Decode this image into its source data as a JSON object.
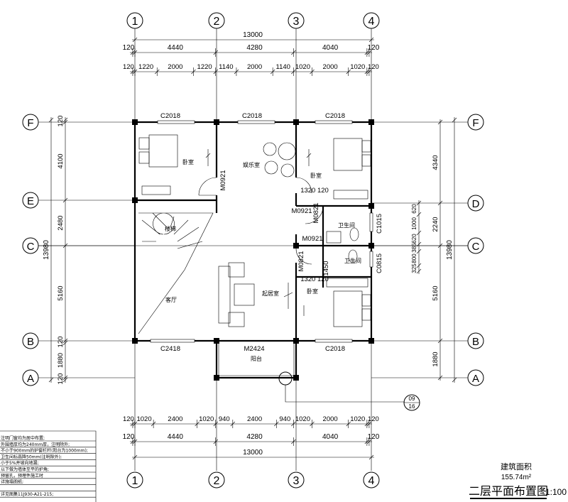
{
  "axes": {
    "columns": [
      "1",
      "2",
      "3",
      "4"
    ],
    "rows_left": [
      "F",
      "E",
      "C",
      "B",
      "A"
    ],
    "rows_right": [
      "F",
      "D",
      "C",
      "B",
      "A"
    ]
  },
  "dimensions": {
    "top_total": "13000",
    "top_axis": [
      "120",
      "4440",
      "4280",
      "4040",
      "120"
    ],
    "top_detail": [
      "120",
      "1220",
      "2000",
      "1220",
      "1140",
      "2000",
      "1140",
      "1020",
      "2000",
      "1020",
      "120"
    ],
    "bottom_detail": [
      "120",
      "1020",
      "2400",
      "1020",
      "940",
      "2400",
      "940",
      "1020",
      "2000",
      "1020",
      "120"
    ],
    "bottom_axis": [
      "120",
      "4440",
      "4280",
      "4040",
      "120"
    ],
    "bottom_total": "13000",
    "left_axis": [
      "120",
      "4100",
      "2480",
      "5160",
      "120",
      "1880",
      "120"
    ],
    "left_total": "13980",
    "right_axis": [
      "4340",
      "2240",
      "5160",
      "1880"
    ],
    "right_detail": [
      "620",
      "1000",
      "620",
      "385",
      "800",
      "325"
    ],
    "right_total": "13980"
  },
  "rooms": [
    "卧室",
    "娱乐室",
    "卧室",
    "楼梯",
    "卫生间",
    "卫生间",
    "客厅",
    "起居室",
    "卧室",
    "阳台"
  ],
  "openings": {
    "top_windows": [
      "C2018",
      "C2018",
      "C2018"
    ],
    "bottom": [
      "C2418",
      "M2424",
      "C2018"
    ],
    "doors": [
      "M0921",
      "M0921",
      "M0921",
      "M0821",
      "M0821"
    ],
    "side_windows": [
      "C1015",
      "C0815"
    ],
    "local_dims": [
      "1320 120",
      "1320 120",
      "1450"
    ]
  },
  "detail_index": {
    "top": "09",
    "bottom": "16"
  },
  "notes": [
    "注明门窗均为居中布置;",
    "外围墙厚均为240mm厚，注明除外;",
    "不小于900mm的护窗栏杆(阳台为1000mm);",
    "卫生间标高降50mm(注明除外);",
    "小于5%并坡向地漏;",
    "以下做为墙体至平的护角;",
    "预留孔，预埋件施工时",
    "详施墙图纸;",
    "",
    "详见图集11J930-A21-215;"
  ],
  "area_label": "建筑面积",
  "area_value": "155.74m²",
  "drawing_title": "二层平面布置图",
  "scale": "1:100"
}
